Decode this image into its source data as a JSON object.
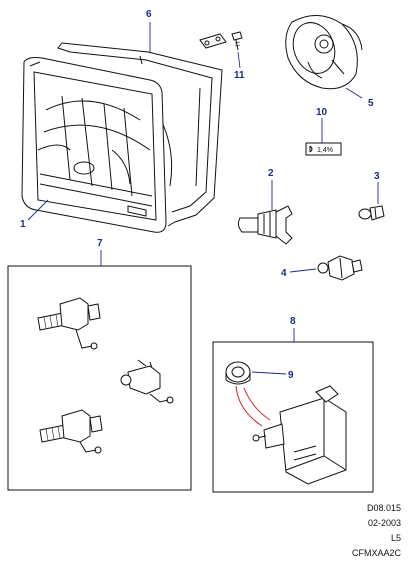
{
  "callouts": {
    "c1": "1",
    "c2": "2",
    "c3": "3",
    "c4": "4",
    "c5": "5",
    "c6": "6",
    "c7": "7",
    "c8": "8",
    "c9": "9",
    "c10": "10",
    "c11": "11"
  },
  "bulb_marking": "1,4%",
  "reference": {
    "code": "D08.015",
    "date": "02-2003",
    "level": "L5",
    "drawing_id": "CFMXAA2C"
  },
  "colors": {
    "callout": "#1a2a8c",
    "wire": "#cc2222",
    "line": "#111111"
  }
}
